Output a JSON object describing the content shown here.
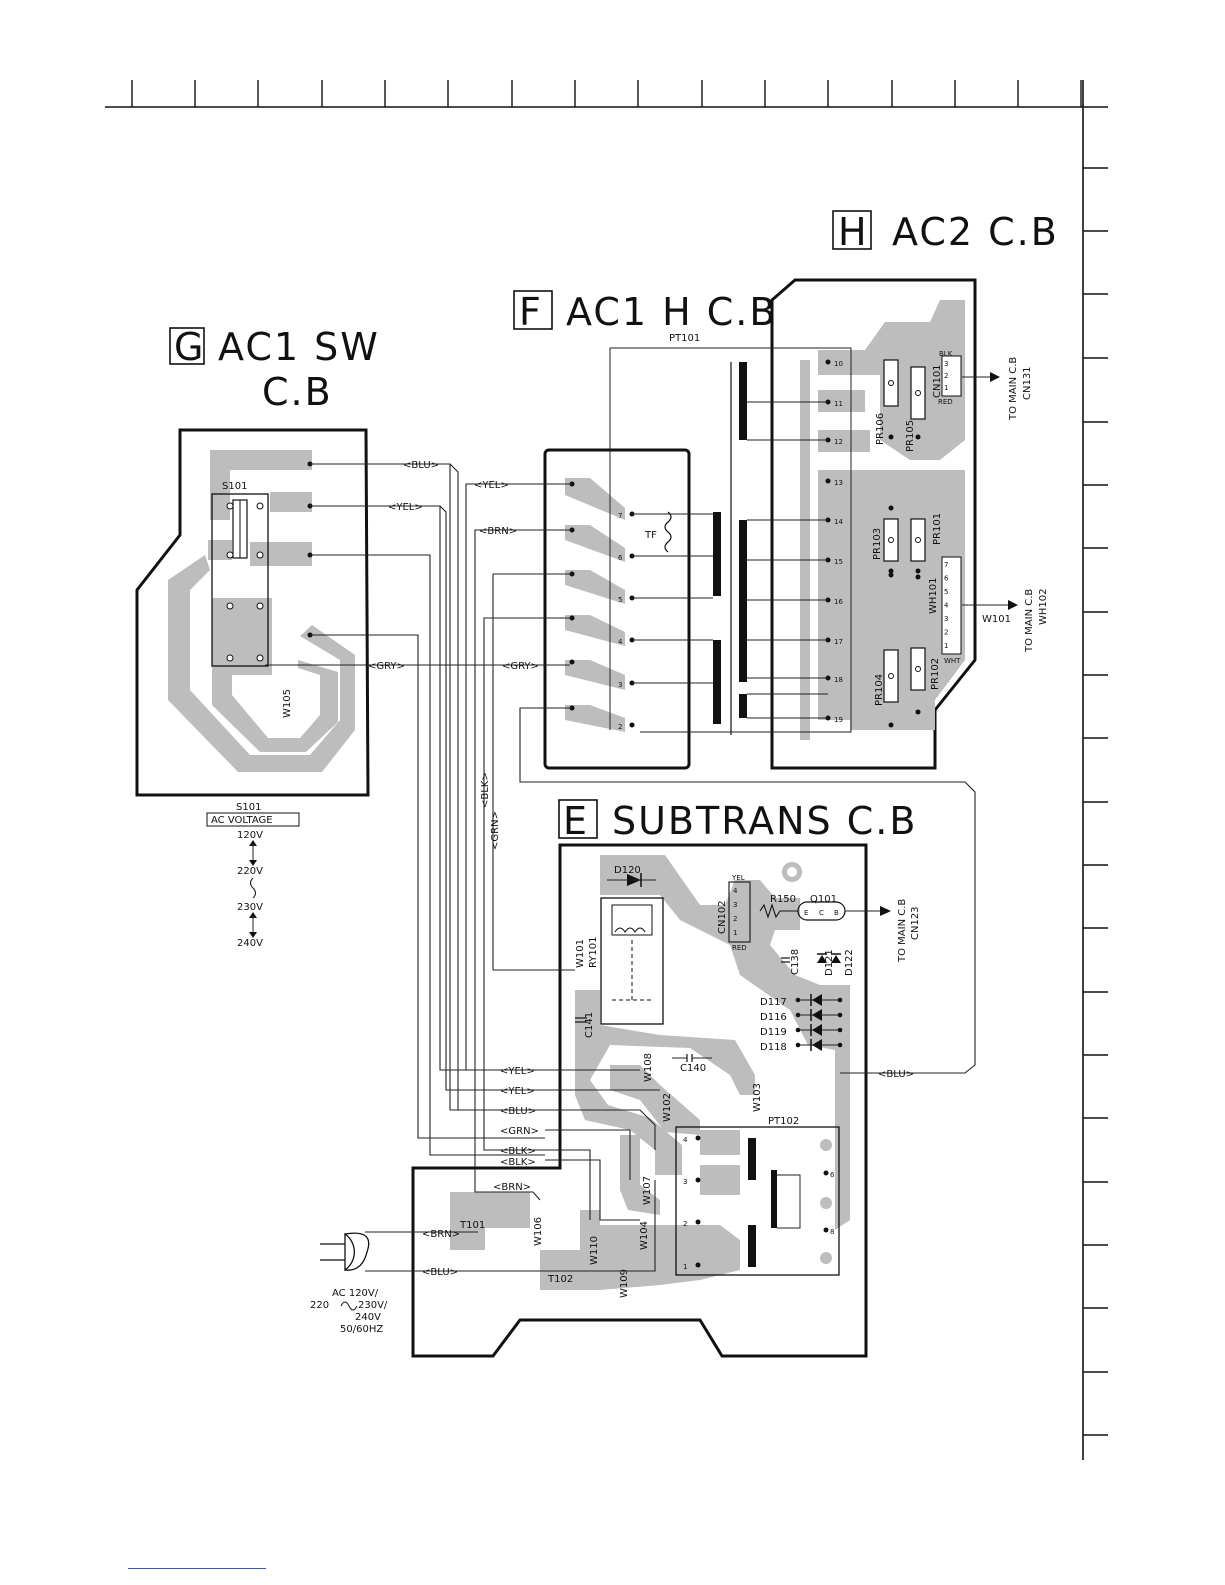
{
  "boards": {
    "g": {
      "letter": "G",
      "title_line1": "AC1 SW",
      "title_line2": "C.B"
    },
    "f": {
      "letter": "F",
      "title": "AC1 H C.B"
    },
    "h": {
      "letter": "H",
      "title": "AC2 C.B"
    },
    "e": {
      "letter": "E",
      "title": "SUBTRANS C.B"
    }
  },
  "wire_colors": {
    "blu": "<BLU>",
    "yel": "<YEL>",
    "brn": "<BRN>",
    "gry": "<GRY>",
    "grn": "<GRN>",
    "blk": "<BLK>"
  },
  "components": {
    "s101": "S101",
    "w105": "W105",
    "pt101": "PT101",
    "tf": "TF",
    "pr106": "PR106",
    "pr105": "PR105",
    "cn101": "CN101",
    "pr103": "PR103",
    "pr101": "PR101",
    "wh101": "WH101",
    "pr104": "PR104",
    "pr102": "PR102",
    "w101": "W101",
    "d120": "D120",
    "cn102": "CN102",
    "r150": "R150",
    "q101": "Q101",
    "ry101": "RY101",
    "c141": "C141",
    "c138": "C138",
    "d121": "D121",
    "d122": "D122",
    "d117": "D117",
    "d116": "D116",
    "d119": "D119",
    "d118": "D118",
    "w108": "W108",
    "w102": "W102",
    "c140": "C140",
    "w103": "W103",
    "pt102": "PT102",
    "w107": "W107",
    "w104": "W104",
    "w110": "W110",
    "w109": "W109",
    "w106": "W106",
    "t101": "T101",
    "t102": "T102"
  },
  "pins": {
    "f": [
      "7",
      "6",
      "5",
      "4",
      "3",
      "2"
    ],
    "h": [
      "10",
      "11",
      "12",
      "13",
      "14",
      "15",
      "16",
      "17",
      "18",
      "19"
    ],
    "pt102_left": [
      "4",
      "3",
      "2",
      "1"
    ],
    "pt102_right": [
      "6",
      "8"
    ],
    "cn101": [
      "3",
      "2",
      "1"
    ],
    "wh101": [
      "7",
      "6",
      "5",
      "4",
      "3",
      "2",
      "1"
    ],
    "cn102": [
      "4",
      "3",
      "2",
      "1"
    ],
    "q101": [
      "E",
      "C",
      "B"
    ]
  },
  "small_labels": {
    "blk": "BLK",
    "red": "RED",
    "wht": "WHT",
    "yel": "YEL"
  },
  "destinations": {
    "cn131_line1": "TO MAIN C.B",
    "cn131_line2": "CN131",
    "wh102_line1": "TO MAIN C.B",
    "wh102_line2": "WH102",
    "cn123_line1": "TO MAIN C.B",
    "cn123_line2": "CN123"
  },
  "voltage_table": {
    "title": "S101",
    "subtitle": "AC VOLTAGE",
    "values": [
      "120V",
      "220V",
      "230V",
      "240V"
    ]
  },
  "ac_plug": {
    "line1": "AC 120V/",
    "line2": "220",
    "line3": "230V/",
    "line4": "240V",
    "line5": "50/60HZ"
  }
}
